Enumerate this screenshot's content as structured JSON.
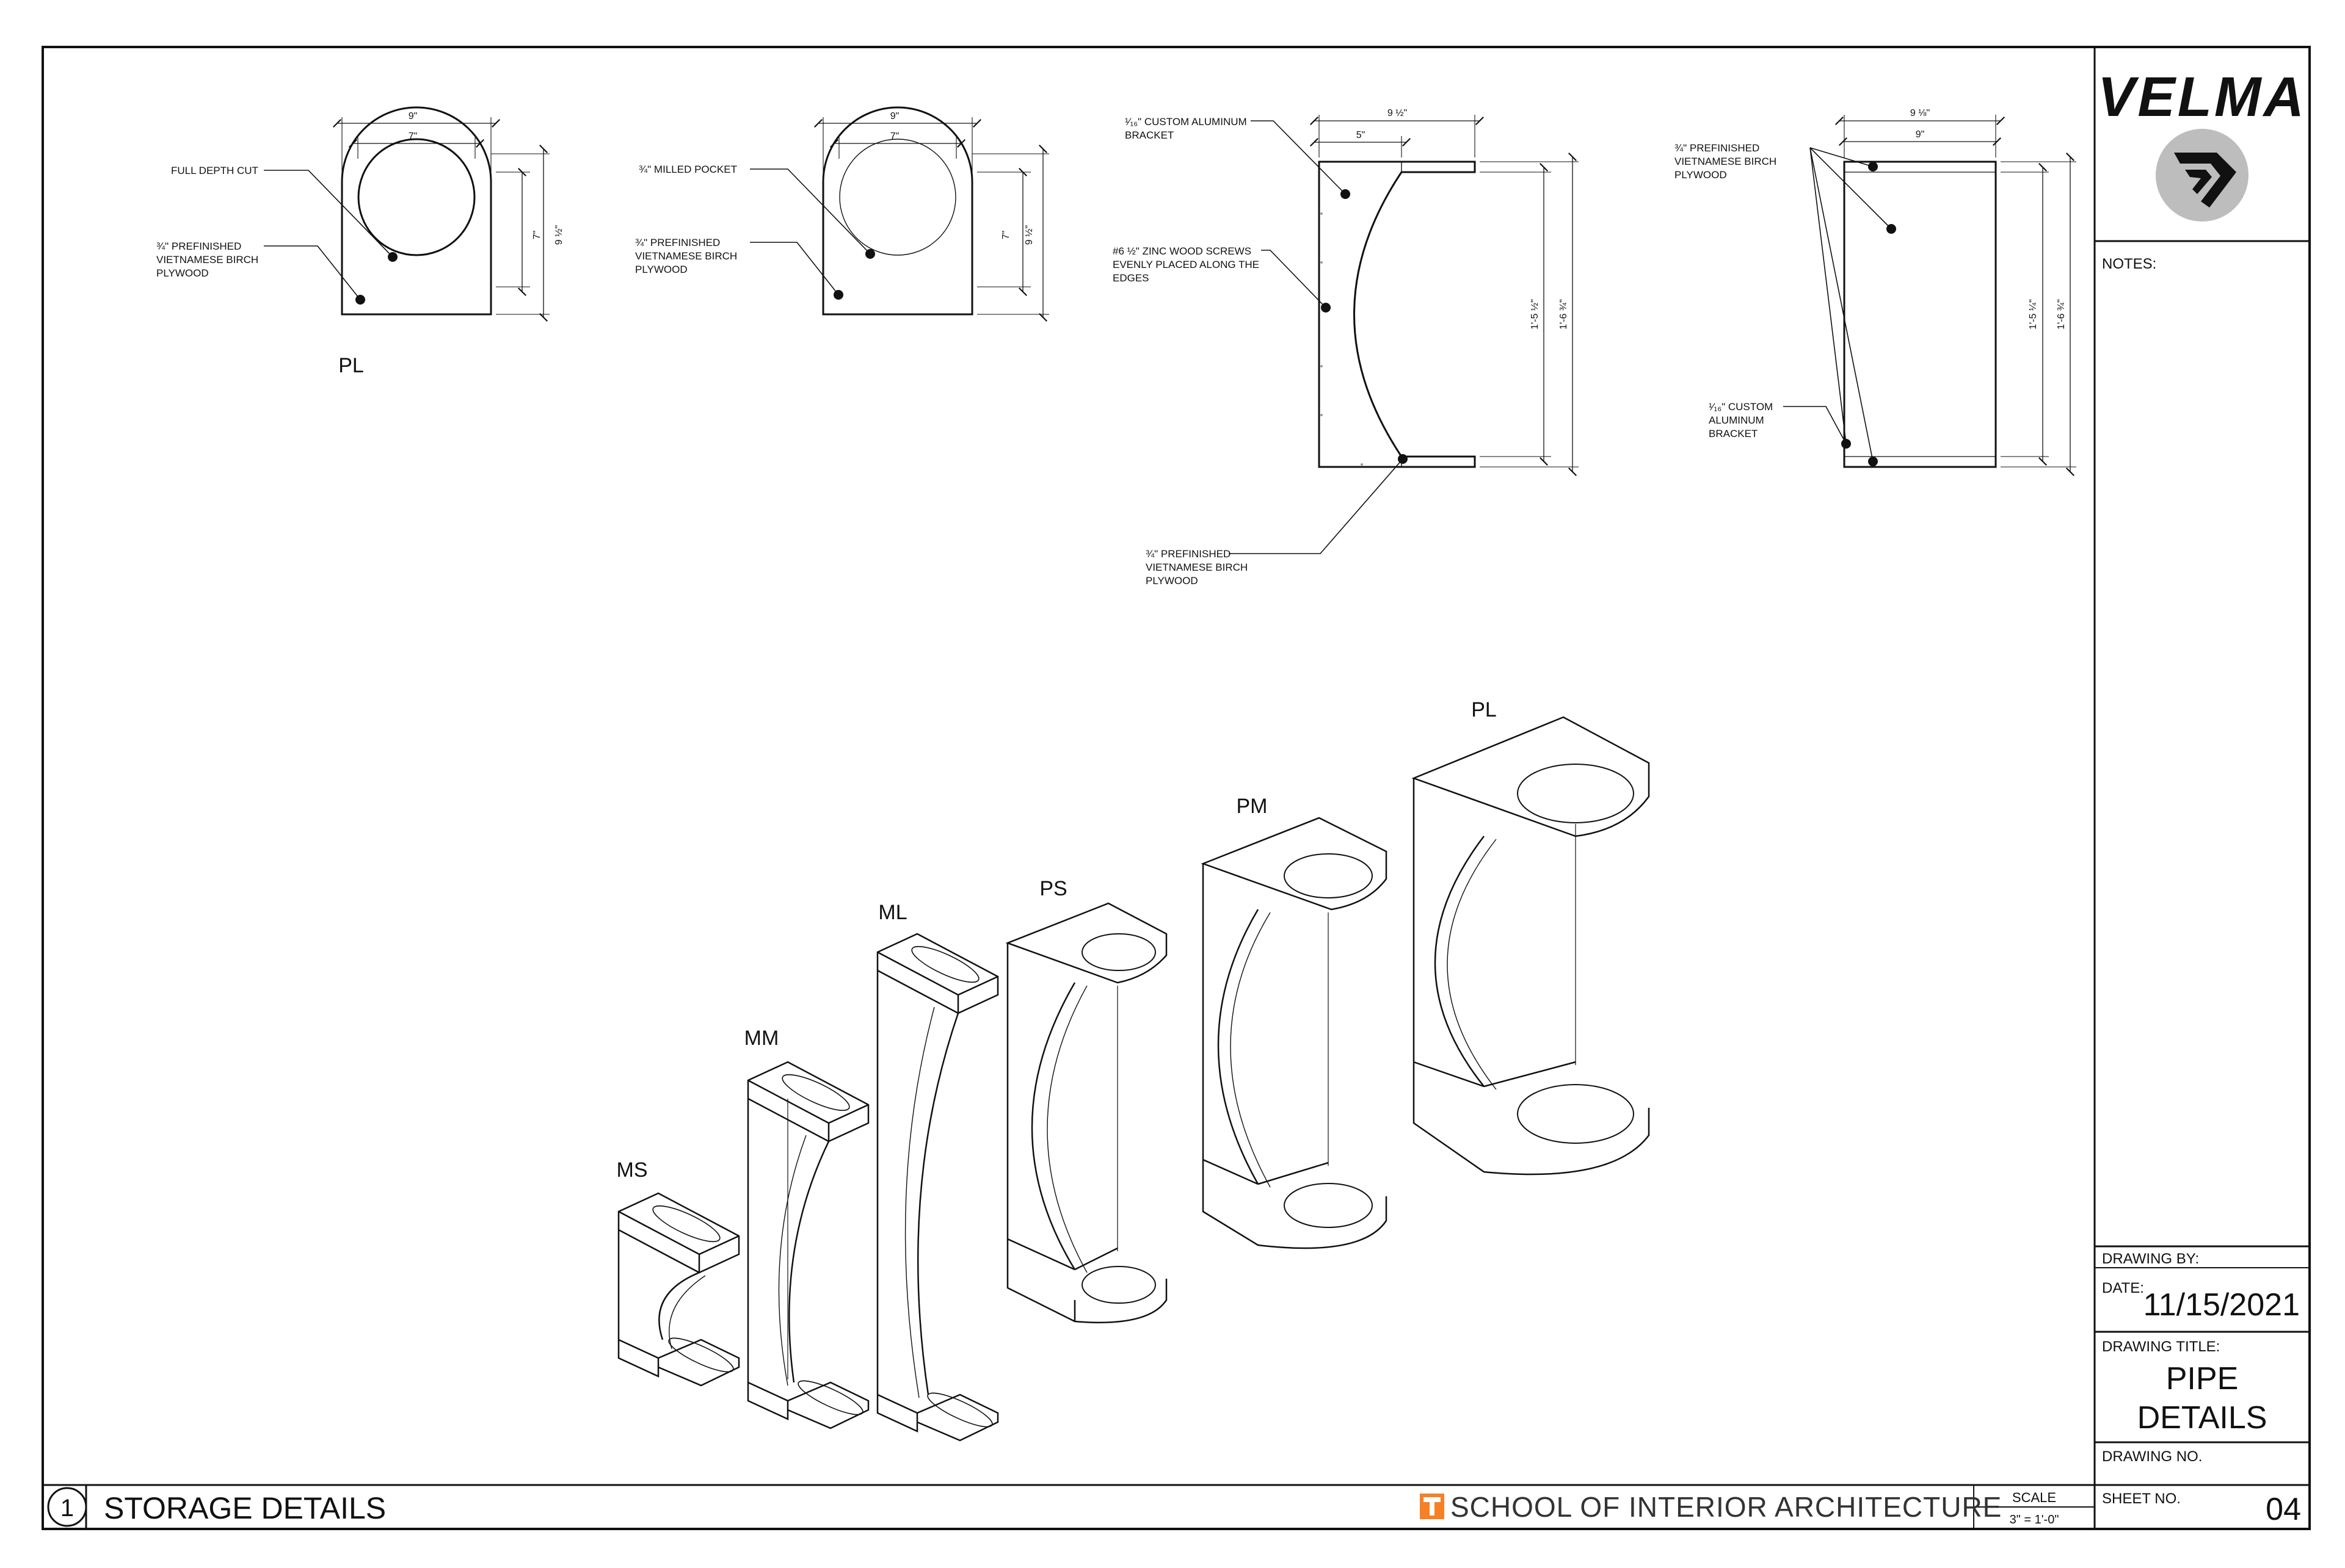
{
  "brand": {
    "name": "VELMA",
    "accent": "#F58025",
    "logo_circle": "#bdbdbd"
  },
  "titleblock": {
    "notes_label": "NOTES:",
    "drawing_by_label": "DRAWING BY:",
    "date_label": "DATE:",
    "date_value": "11/15/2021",
    "drawing_title_label": "DRAWING TITLE:",
    "drawing_title_line1": "PIPE",
    "drawing_title_line2": "DETAILS",
    "drawing_no_label": "DRAWING NO.",
    "sheet_no_label": "SHEET NO.",
    "sheet_no_value": "04",
    "scale_label": "SCALE",
    "scale_value": "3\" = 1'-0\""
  },
  "footer": {
    "view_number": "1",
    "view_title": "STORAGE DETAILS",
    "school_name": "SCHOOL OF INTERIOR ARCHITECTURE",
    "school_icon": "ut-t-logo-icon"
  },
  "details": {
    "d1": {
      "label": "PL",
      "note_cut": "FULL DEPTH CUT",
      "note_ply_1": "¾\" PREFINISHED",
      "note_ply_2": "VIETNAMESE BIRCH",
      "note_ply_3": "PLYWOOD",
      "dim_w_outer": "9\"",
      "dim_w_inner": "7\"",
      "dim_h_inner": "7\"",
      "dim_h_outer": "9 ½\""
    },
    "d2": {
      "note_pocket": "¾\" MILLED POCKET",
      "note_ply_1": "¾\" PREFINISHED",
      "note_ply_2": "VIETNAMESE BIRCH",
      "note_ply_3": "PLYWOOD",
      "dim_w_outer": "9\"",
      "dim_w_inner": "7\"",
      "dim_h_inner": "7\"",
      "dim_h_outer": "9 ½\""
    },
    "d3": {
      "note_bracket_1": "¹⁄₁₆\" CUSTOM ALUMINUM",
      "note_bracket_2": "BRACKET",
      "note_screws_1": "#6 ½\" ZINC WOOD SCREWS",
      "note_screws_2": "EVENLY PLACED ALONG THE",
      "note_screws_3": "EDGES",
      "note_ply_1": "¾\" PREFINISHED",
      "note_ply_2": "VIETNAMESE BIRCH",
      "note_ply_3": "PLYWOOD",
      "dim_w_outer": "9 ½\"",
      "dim_w_inner": "5\"",
      "dim_h_inner": "1'-5 ½\"",
      "dim_h_outer": "1'-6 ¾\""
    },
    "d4": {
      "note_ply_1": "¾\" PREFINISHED",
      "note_ply_2": "VIETNAMESE BIRCH",
      "note_ply_3": "PLYWOOD",
      "note_bracket_1": "¹⁄₁₆\" CUSTOM",
      "note_bracket_2": "ALUMINUM",
      "note_bracket_3": "BRACKET",
      "dim_w_outer": "9 ⅛\"",
      "dim_w_inner": "9\"",
      "dim_h_inner": "1'-5 ¼\"",
      "dim_h_outer": "1'-6 ¾\""
    }
  },
  "iso": {
    "ms": "MS",
    "mm": "MM",
    "ml": "ML",
    "ps": "PS",
    "pm": "PM",
    "pl": "PL"
  }
}
